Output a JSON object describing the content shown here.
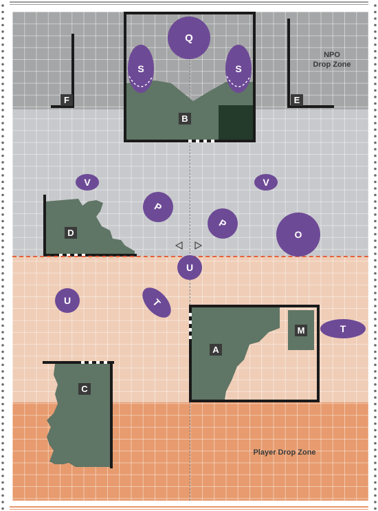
{
  "zones": {
    "npo_line1": "NPO",
    "npo_line2": "Drop Zone",
    "player": "Player Drop Zone"
  },
  "terrain_labels": {
    "a": "A",
    "b": "B",
    "c": "C",
    "d": "D",
    "e": "E",
    "f": "F",
    "m": "M"
  },
  "tokens": {
    "q": "Q",
    "s_left": "S",
    "s_right": "S",
    "v_left": "V",
    "v_right": "V",
    "p_left": "P",
    "p_right": "P",
    "o": "O",
    "u_center": "U",
    "u_left": "U",
    "t_left": "T",
    "t_right": "T"
  },
  "colors": {
    "npo_zone": "#a5a6a7",
    "no_mans_land": "#c7c9cc",
    "mid_player": "#efcdb7",
    "player_zone": "#e79b6e",
    "terrain": "#5f7565",
    "token": "#6d4a96",
    "deployment_line": "#e4613b"
  }
}
